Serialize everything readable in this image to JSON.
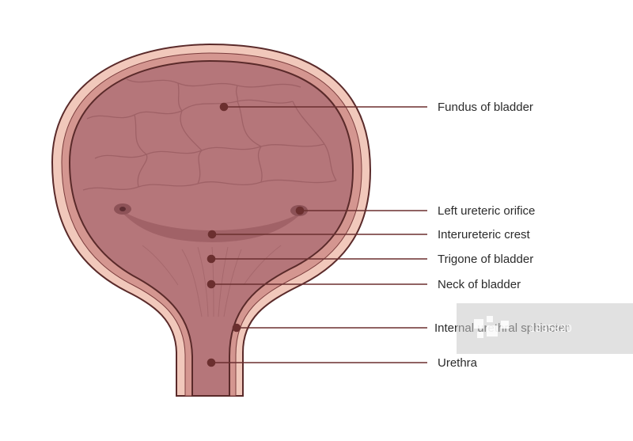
{
  "labels": {
    "fundus": "Fundus of bladder",
    "left_ureteric_orifice": "Left ureteric orifice",
    "interureteric_crest": "Interureteric crest",
    "trigone": "Trigone of bladder",
    "neck": "Neck of bladder",
    "internal_sphincter": "Internal urethral sphincter",
    "urethra": "Urethra"
  },
  "watermark": {
    "text": "1335320"
  },
  "colors": {
    "outline": "#5a2a2a",
    "outer_wall": "#f1c8bb",
    "muscle_layer": "#c98a84",
    "lumen": "#b5767a",
    "lumen_dark": "#9d5f64",
    "pointer": "#6b2f2f"
  }
}
